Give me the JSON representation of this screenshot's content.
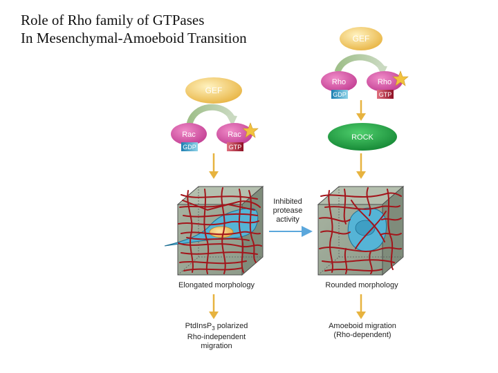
{
  "title": {
    "line1": "Role of Rho family of GTPases",
    "line2": "In Mesenchymal-Amoeboid Transition"
  },
  "left_pathway": {
    "gef_label": "GEF",
    "inactive": {
      "label": "Rac",
      "nucleotide": "GDP"
    },
    "active": {
      "label": "Rac",
      "nucleotide": "GTP"
    },
    "morphology": "Elongated morphology",
    "outcome": [
      "PtdInsP",
      "3",
      " polarized",
      "Rho-independent",
      "migration"
    ]
  },
  "right_pathway": {
    "gef_label": "GEF",
    "inactive": {
      "label": "Rho",
      "nucleotide": "GDP"
    },
    "active": {
      "label": "Rho",
      "nucleotide": "GTP"
    },
    "effector": "ROCK",
    "morphology": "Rounded morphology",
    "outcome": [
      "Amoeboid migration",
      "(Rho-dependent)"
    ]
  },
  "transition": {
    "lines": [
      "Inhibited",
      "protease",
      "activity"
    ]
  },
  "colors": {
    "gef": "#efc25a",
    "gtpase": "#d04fa0",
    "rock": "#1e9a3e",
    "gdp": "#3aa3c9",
    "gtp": "#b3263a",
    "arrow": "#e7b33f",
    "transition_arrow": "#5ba7dc",
    "fibers": "#a3151b",
    "cell": "#55b4d6",
    "nucleus": "#f3c06a",
    "cube": "#9aa79a"
  }
}
